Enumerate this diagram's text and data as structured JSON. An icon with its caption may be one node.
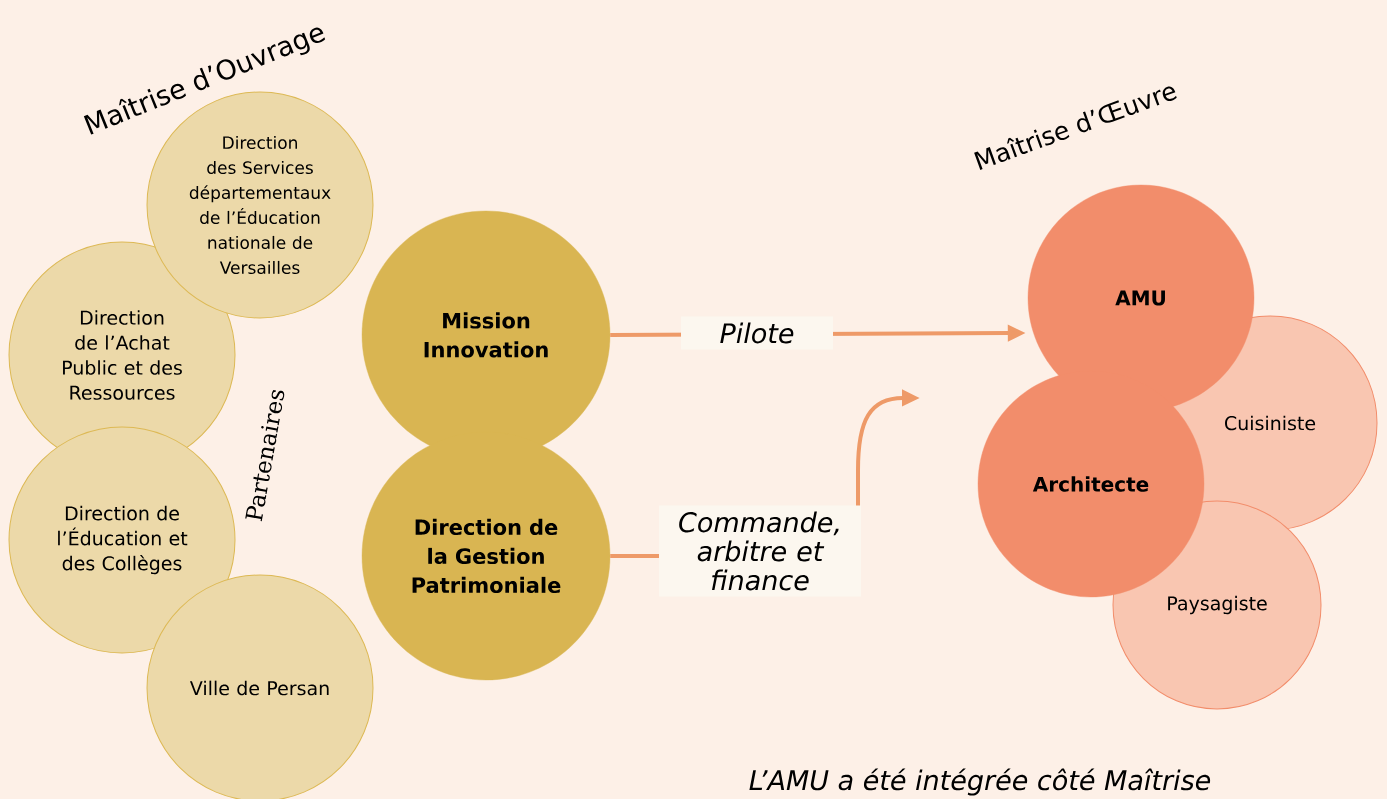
{
  "diagram": {
    "nodes": [
      {
        "text": [
          "Direction des Services départementaux de l’Éducation nationale de Versailles"
        ]
      },
      {
        "text": [
          "Direction de l’Achat Public et des Ressources"
        ]
      },
      {
        "text": [
          "Direction de l’Éducation et des Collèges"
        ]
      },
      {
        "text": [
          "Ville de Persan"
        ]
      },
      {
        "text": [
          "Mission Innovation"
        ]
      },
      {
        "text": [
          "Direction de la Gestion Patrimoniale"
        ]
      },
      {
        "text": [
          "AMU"
        ]
      },
      {
        "text": [
          "Cuisiniste"
        ]
      },
      {
        "text": [
          "Architecte"
        ]
      },
      {
        "text": [
          "Paysagiste"
        ]
      }
    ],
    "edges": [
      {
        "from": 4,
        "to": 6,
        "arrow": "to",
        "label": "Pilote"
      },
      {
        "from": 5,
        "to": null,
        "arrow": "to",
        "label": "Commande, arbitre et finance"
      }
    ],
    "labels": [
      "Maîtrise d’Ouvrage",
      "Maîtrise d’Œuvre",
      "Partenaires",
      "L’AMU a été intégrée côté Maîtrise"
    ]
  }
}
